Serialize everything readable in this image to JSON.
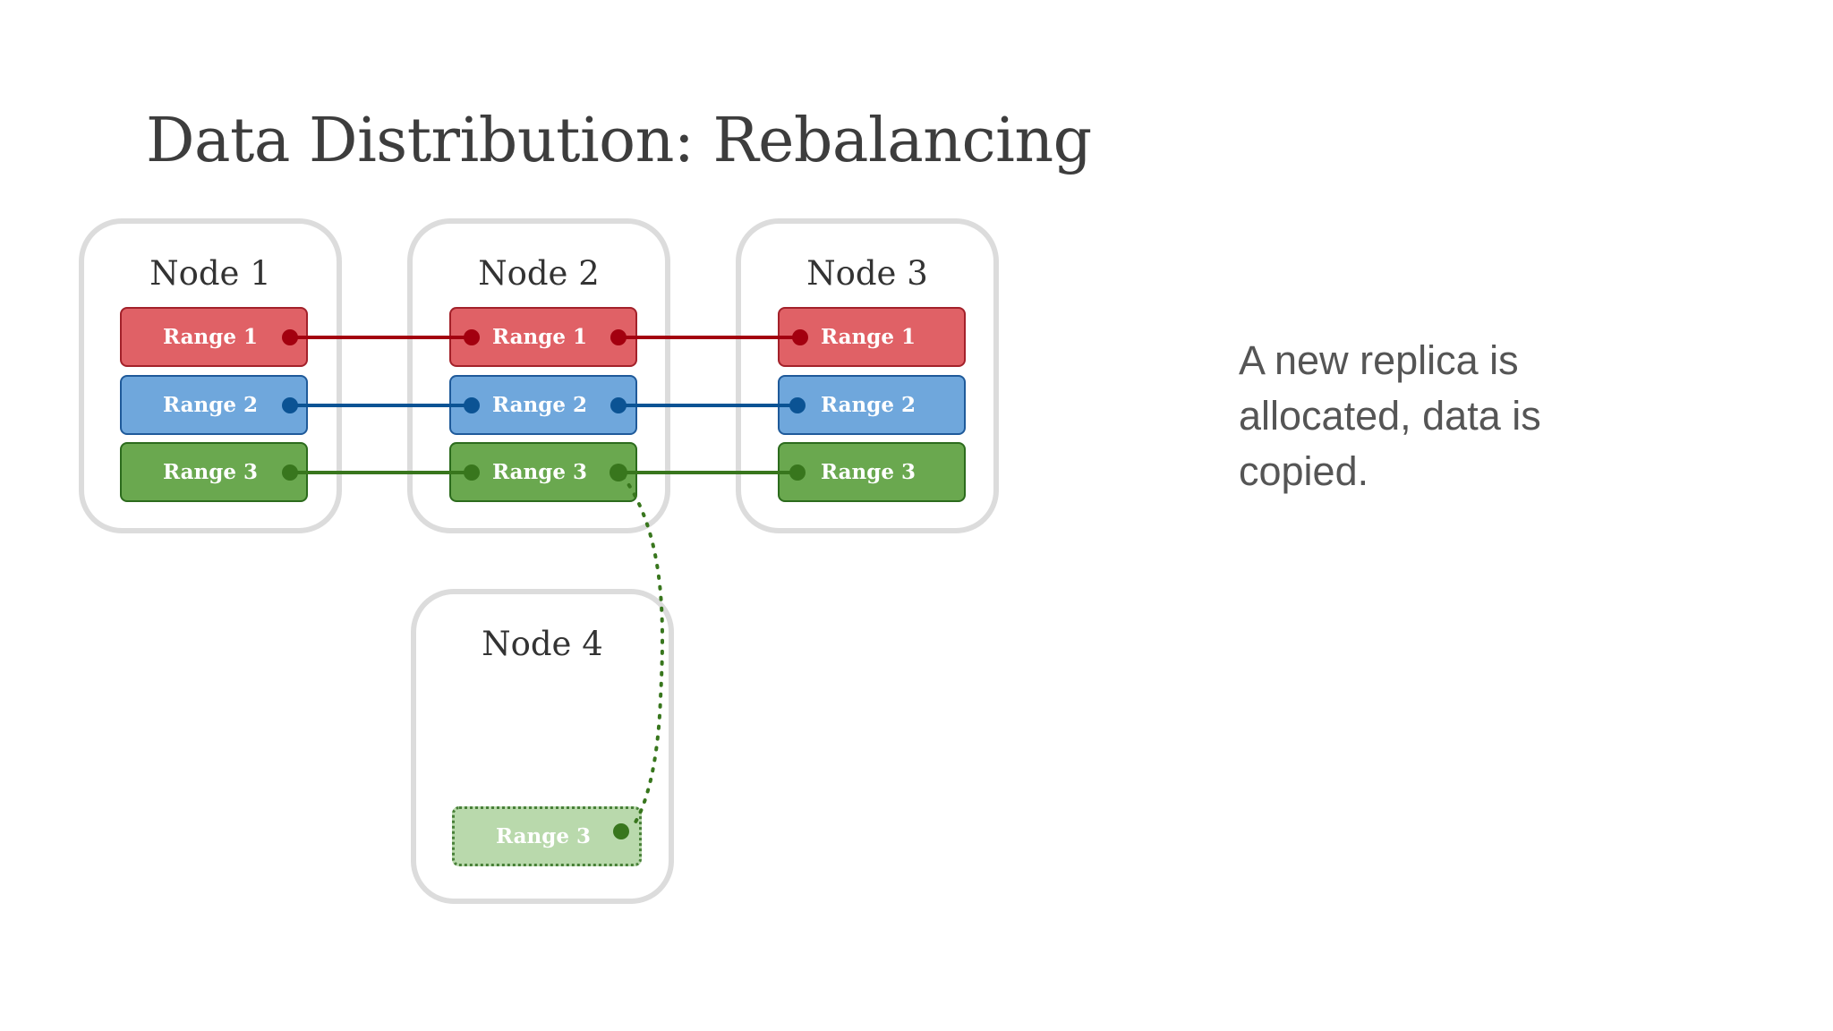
{
  "slide": {
    "title": "Data Distribution: Rebalancing",
    "caption": "A new replica is allocated, data is copied."
  },
  "nodes": [
    {
      "label": "Node 1",
      "ranges": [
        {
          "label": "Range 1",
          "color": "red"
        },
        {
          "label": "Range 2",
          "color": "blue"
        },
        {
          "label": "Range 3",
          "color": "green"
        }
      ]
    },
    {
      "label": "Node 2",
      "ranges": [
        {
          "label": "Range 1",
          "color": "red"
        },
        {
          "label": "Range 2",
          "color": "blue"
        },
        {
          "label": "Range 3",
          "color": "green"
        }
      ]
    },
    {
      "label": "Node 3",
      "ranges": [
        {
          "label": "Range 1",
          "color": "red"
        },
        {
          "label": "Range 2",
          "color": "blue"
        },
        {
          "label": "Range 3",
          "color": "green"
        }
      ]
    },
    {
      "label": "Node 4",
      "ranges": [
        {
          "label": "Range 3",
          "color": "green",
          "state": "copying"
        }
      ]
    }
  ],
  "colors": {
    "red_fill": "#e06166",
    "red_link": "#a3000f",
    "blue_fill": "#6fa7dc",
    "blue_link": "#0b5394",
    "green_fill": "#6aa84f",
    "green_link": "#38761d",
    "ghost_fill": "#b6d7a8",
    "node_border": "#dcdcdc"
  }
}
